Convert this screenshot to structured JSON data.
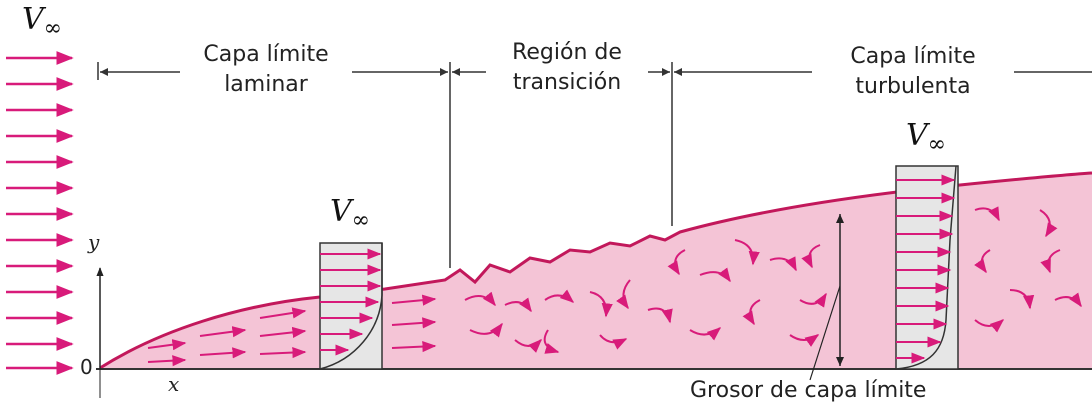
{
  "labels": {
    "freestream": "V",
    "freestream_sub": "∞",
    "laminar_line1": "Capa límite",
    "laminar_line2": "laminar",
    "transition_line1": "Región de",
    "transition_line2": "transición",
    "turbulent_line1": "Capa límite",
    "turbulent_line2": "turbulenta",
    "profile_laminar": "V",
    "profile_laminar_sub": "∞",
    "profile_turbulent": "V",
    "profile_turbulent_sub": "∞",
    "y_axis": "y",
    "x_axis": "x",
    "origin": "0",
    "thickness": "Grosor de capa límite"
  },
  "colors": {
    "layer_fill": "#f4c4d6",
    "layer_edge": "#c2185b",
    "arrow": "#d81b7a",
    "profile_box": "#e6e6e6",
    "line": "#333333"
  }
}
